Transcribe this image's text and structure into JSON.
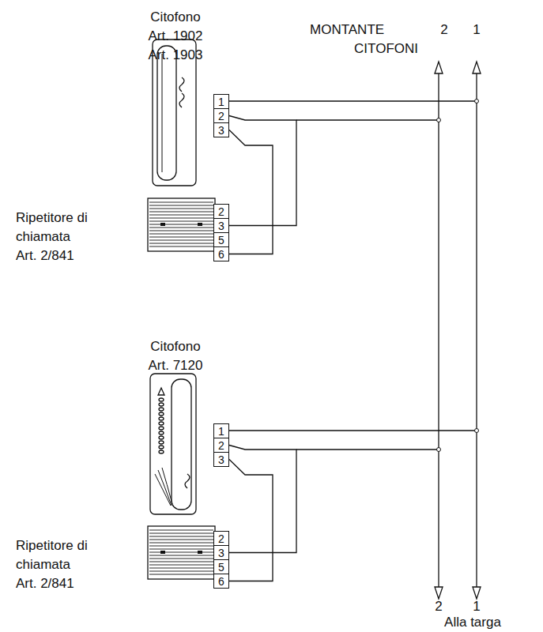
{
  "diagram": {
    "nodes": [
      {
        "text": [
          "1"
        ]
      },
      {
        "text": [
          "2"
        ]
      },
      {
        "text": [
          "3"
        ]
      },
      {
        "text": [
          "2"
        ]
      },
      {
        "text": [
          "3"
        ]
      },
      {
        "text": [
          "5"
        ]
      },
      {
        "text": [
          "6"
        ]
      },
      {
        "text": [
          "1"
        ]
      },
      {
        "text": [
          "2"
        ]
      },
      {
        "text": [
          "3"
        ]
      },
      {
        "text": [
          "2"
        ]
      },
      {
        "text": [
          "3"
        ]
      },
      {
        "text": [
          "5"
        ]
      },
      {
        "text": [
          "6"
        ]
      }
    ],
    "edges": [
      {
        "from": 1,
        "to": 4,
        "arrow": "none"
      },
      {
        "from": 2,
        "to": 6,
        "arrow": "none"
      },
      {
        "from": 8,
        "to": 11,
        "arrow": "none"
      },
      {
        "from": 9,
        "to": 13,
        "arrow": "none"
      }
    ],
    "labels": [
      "Citofono",
      "Art. 1902",
      "Art. 1903",
      "MONTANTE",
      "CITOFONI",
      "2",
      "1",
      "Ripetitore di",
      "chiamata",
      "Art. 2/841",
      "Citofono",
      "Art. 7120",
      "Ripetitore di",
      "chiamata",
      "Art. 2/841",
      "2",
      "1",
      "Alla targa"
    ]
  }
}
